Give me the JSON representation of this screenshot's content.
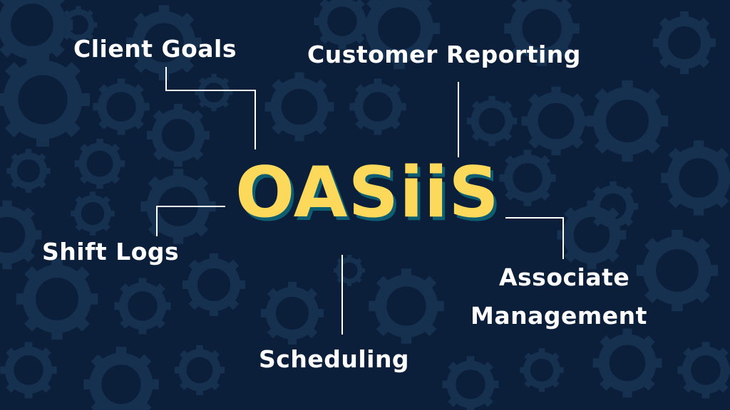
{
  "center": {
    "title": "OASiiS",
    "color": "#fcd95a",
    "shadow_color": "#0e5e73"
  },
  "nodes": [
    {
      "id": "client-goals",
      "label": "Client Goals"
    },
    {
      "id": "customer-reporting",
      "label": "Customer Reporting"
    },
    {
      "id": "shift-logs",
      "label": "Shift Logs"
    },
    {
      "id": "associate-management",
      "label_line1": "Associate",
      "label_line2": "Management"
    },
    {
      "id": "scheduling",
      "label": "Scheduling"
    }
  ],
  "theme": {
    "background": "#0b1f3a",
    "gear": "#16304f",
    "text": "#ffffff"
  }
}
